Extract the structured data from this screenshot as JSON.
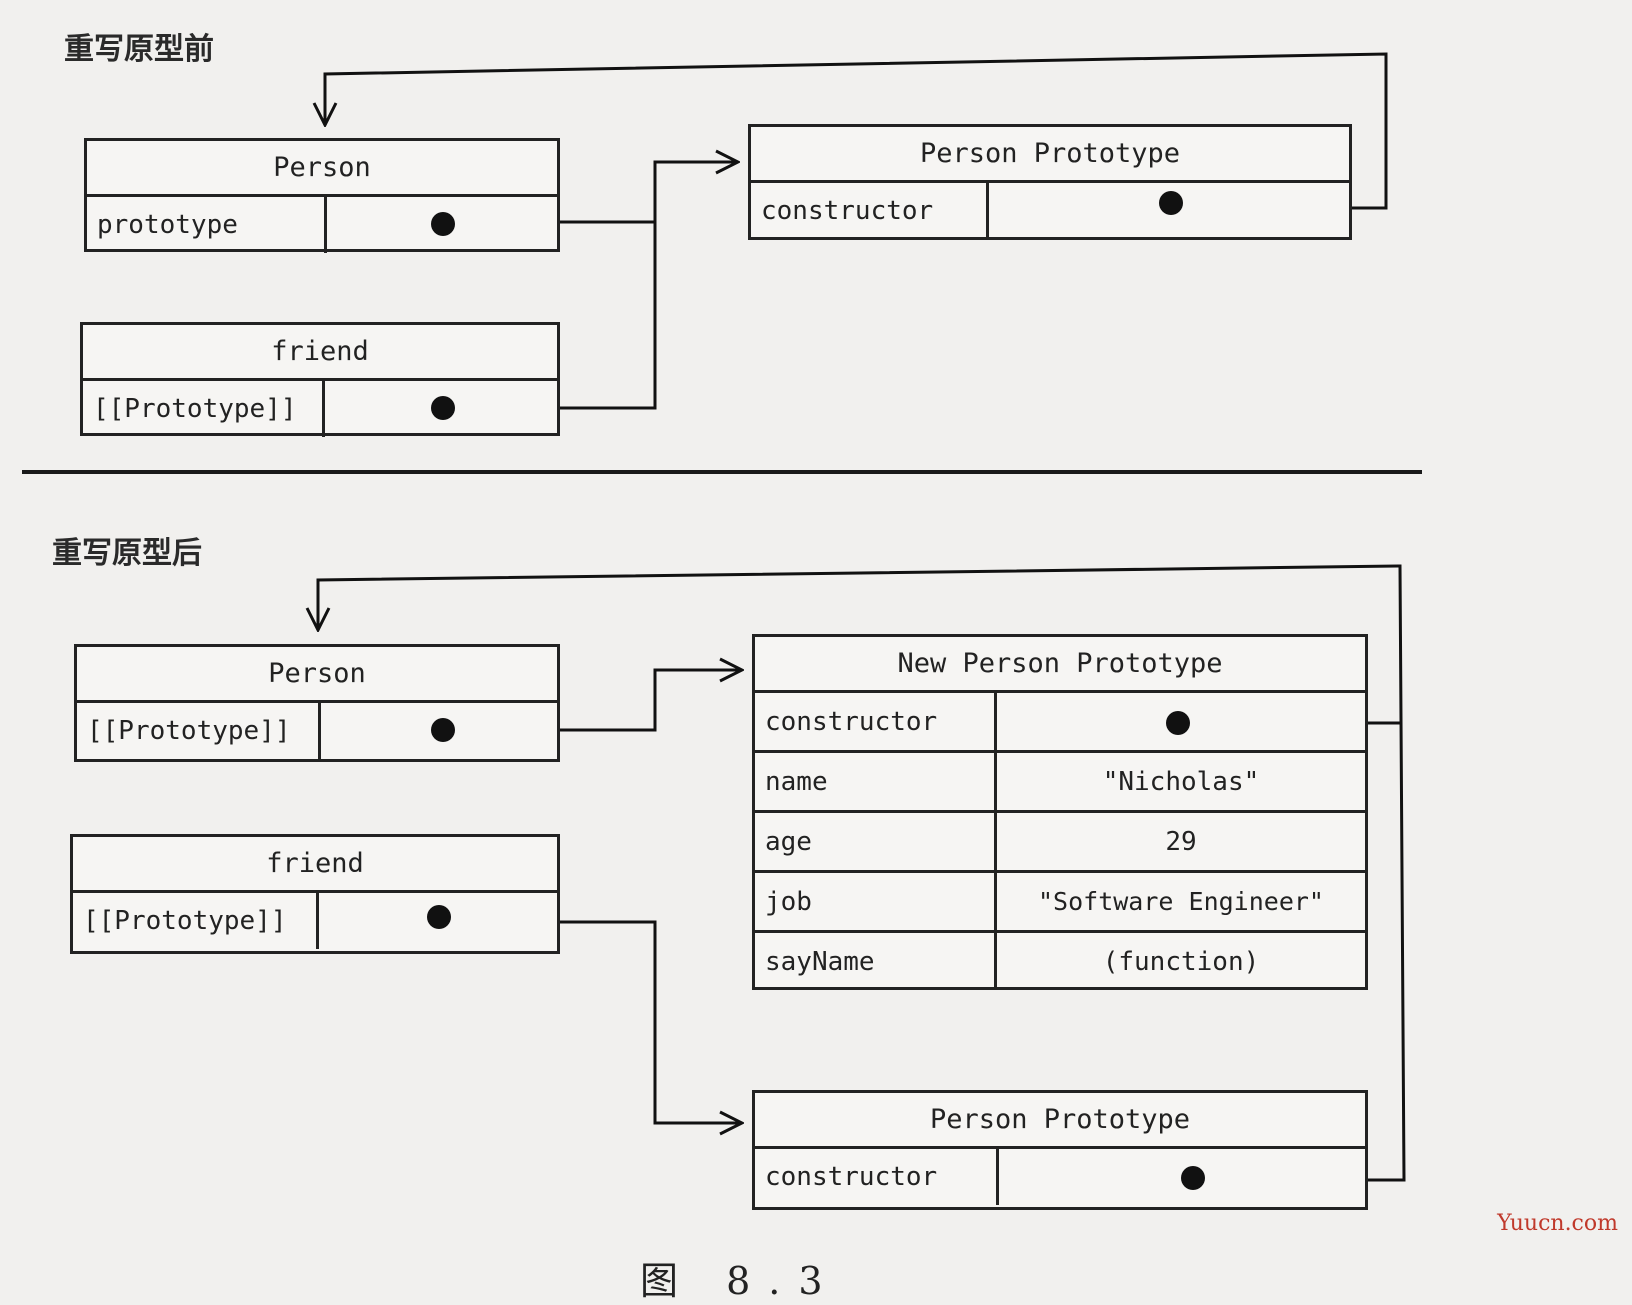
{
  "before": {
    "label": "重写原型前",
    "person": {
      "title": "Person",
      "row_key": "prototype"
    },
    "friend": {
      "title": "friend",
      "row_key": "[[Prototype]]"
    },
    "prototype": {
      "title": "Person Prototype",
      "row_key": "constructor"
    }
  },
  "after": {
    "label": "重写原型后",
    "person": {
      "title": "Person",
      "row_key": "[[Prototype]]"
    },
    "friend": {
      "title": "friend",
      "row_key": "[[Prototype]]"
    },
    "new_prototype": {
      "title": "New Person Prototype",
      "rows": [
        {
          "key": "constructor",
          "value": ""
        },
        {
          "key": "name",
          "value": "\"Nicholas\""
        },
        {
          "key": "age",
          "value": "29"
        },
        {
          "key": "job",
          "value": "\"Software Engineer\""
        },
        {
          "key": "sayName",
          "value": "(function)"
        }
      ]
    },
    "old_prototype": {
      "title": "Person Prototype",
      "row_key": "constructor"
    }
  },
  "caption": "图 8.3",
  "watermark": "Yuucn.com"
}
